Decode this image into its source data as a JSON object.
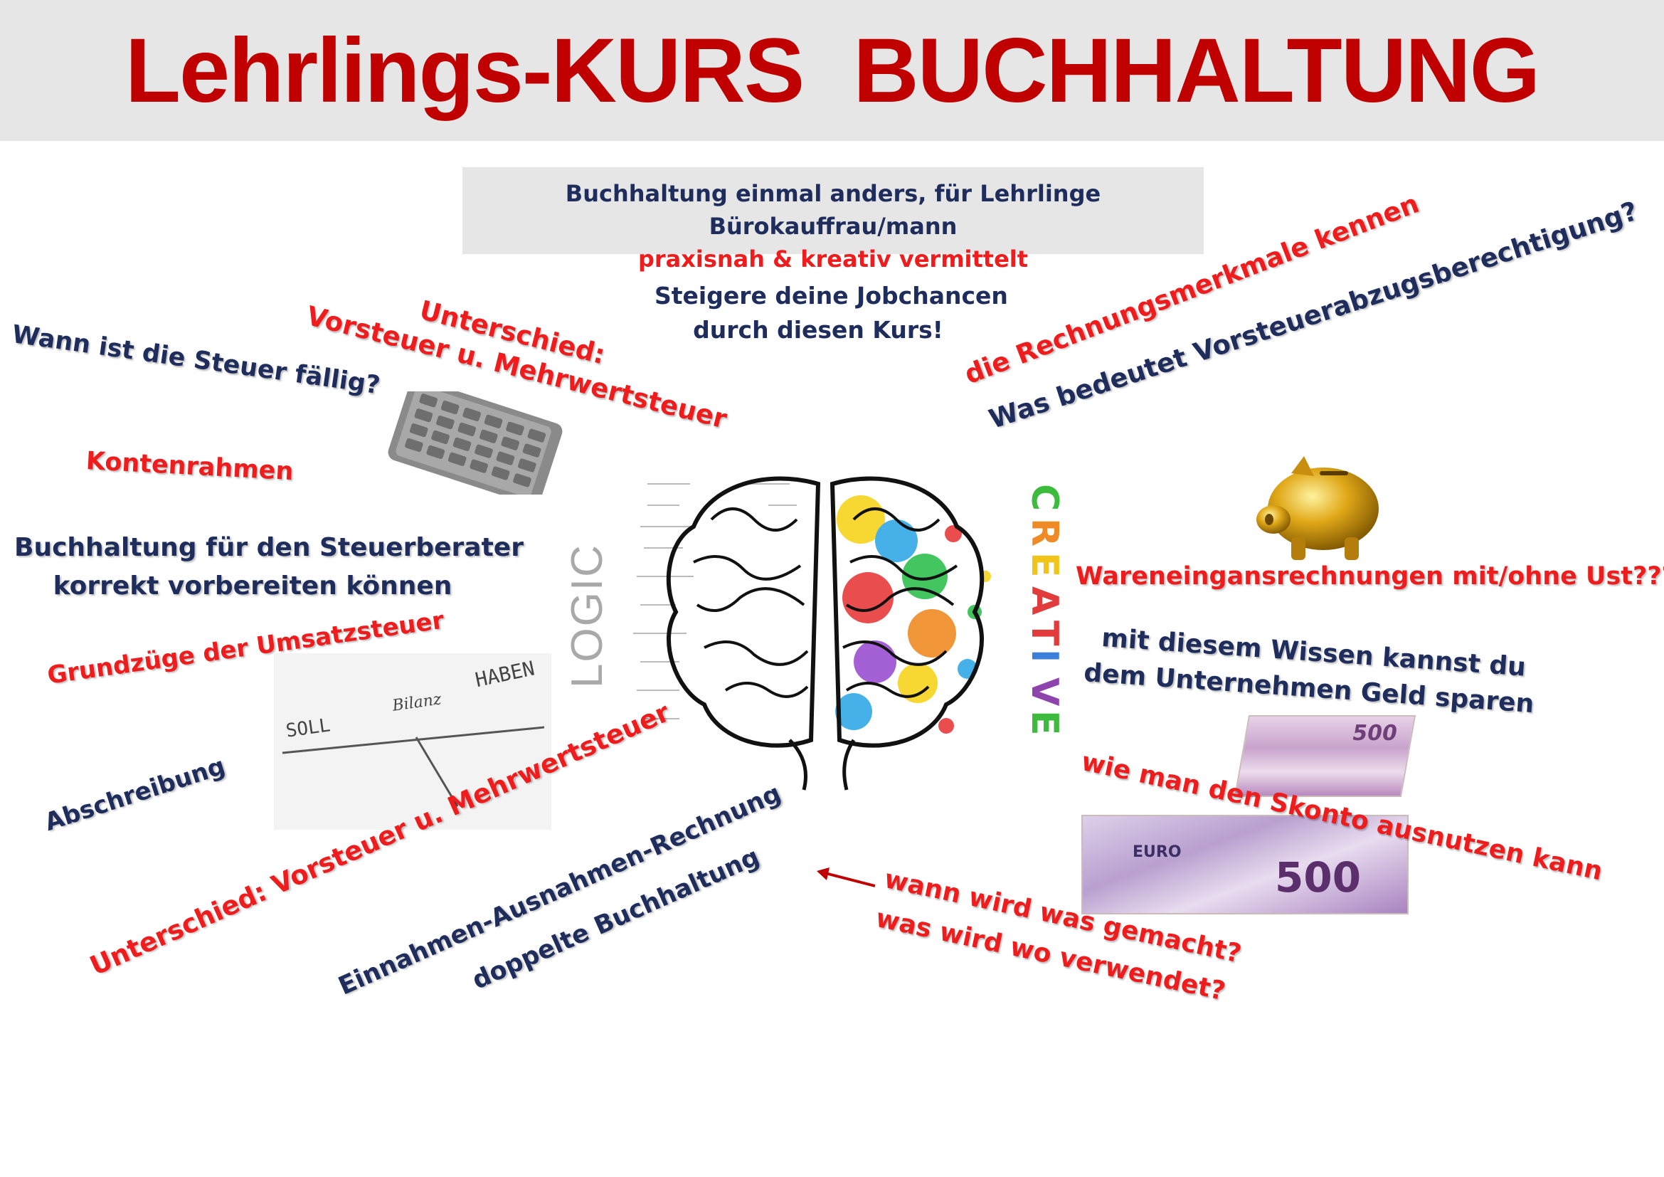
{
  "header": {
    "title_left": "Lehrlings-KURS",
    "title_right": "BUCHHALTUNG"
  },
  "subtitle": {
    "line1": "Buchhaltung einmal anders, für Lehrlinge Bürokauffrau/mann",
    "line2": "praxisnah & kreativ vermittelt"
  },
  "center_text": {
    "line1": "Steigere deine Jobchancen",
    "line2": "durch diesen Kurs!"
  },
  "brain": {
    "logic_label": "LOGIC",
    "creative_letters": [
      "C",
      "R",
      "E",
      "A",
      "T",
      "I",
      "V",
      "E"
    ],
    "creative_colors": [
      "#3dbb3d",
      "#f08a24",
      "#f0c419",
      "#e23b3b",
      "#e23b3b",
      "#3a7fd9",
      "#8e44ad",
      "#3dbb3d"
    ]
  },
  "ledger": {
    "soll": "SOLL",
    "bilanz": "Bilanz",
    "haben": "HABEN"
  },
  "topics": {
    "wann_steuer": "Wann ist die Steuer fällig?",
    "unterschied1_a": "Unterschied:",
    "unterschied1_b": "Vorsteuer u. Mehrwertsteuer",
    "kontenrahmen": "Kontenrahmen",
    "buchhaltung_sb_a": "Buchhaltung für den Steuerberater",
    "buchhaltung_sb_b": "korrekt vorbereiten können",
    "grundzuege": "Grundzüge der Umsatzsteuer",
    "abschreibung": "Abschreibung",
    "unterschied2": "Unterschied: Vorsteuer u. Mehrwertsteuer",
    "einnahmen": "Einnahmen-Ausnahmen-Rechnung",
    "doppelte": "doppelte Buchhaltung",
    "rechnungsmerkmale": "die Rechnungsmerkmale kennen",
    "vorsteuerabzug": "Was bedeutet Vorsteuerabzugsberechtigung?",
    "wareneingang": "Wareneingansrechnungen mit/ohne Ust???",
    "wissen_a": "mit diesem Wissen kannst du",
    "wissen_b": "dem Unternehmen Geld sparen",
    "skonto": "wie man den Skonto ausnutzen kann",
    "wann_wird_a": "wann wird was gemacht?",
    "wann_wird_b": "was wird wo verwendet?"
  },
  "money": {
    "denomination": "500",
    "currency": "EURO"
  },
  "colors": {
    "title_red": "#c00000",
    "accent_red": "#ee1c1c",
    "navy": "#1f2d5c",
    "header_gray": "#e6e6e6"
  }
}
